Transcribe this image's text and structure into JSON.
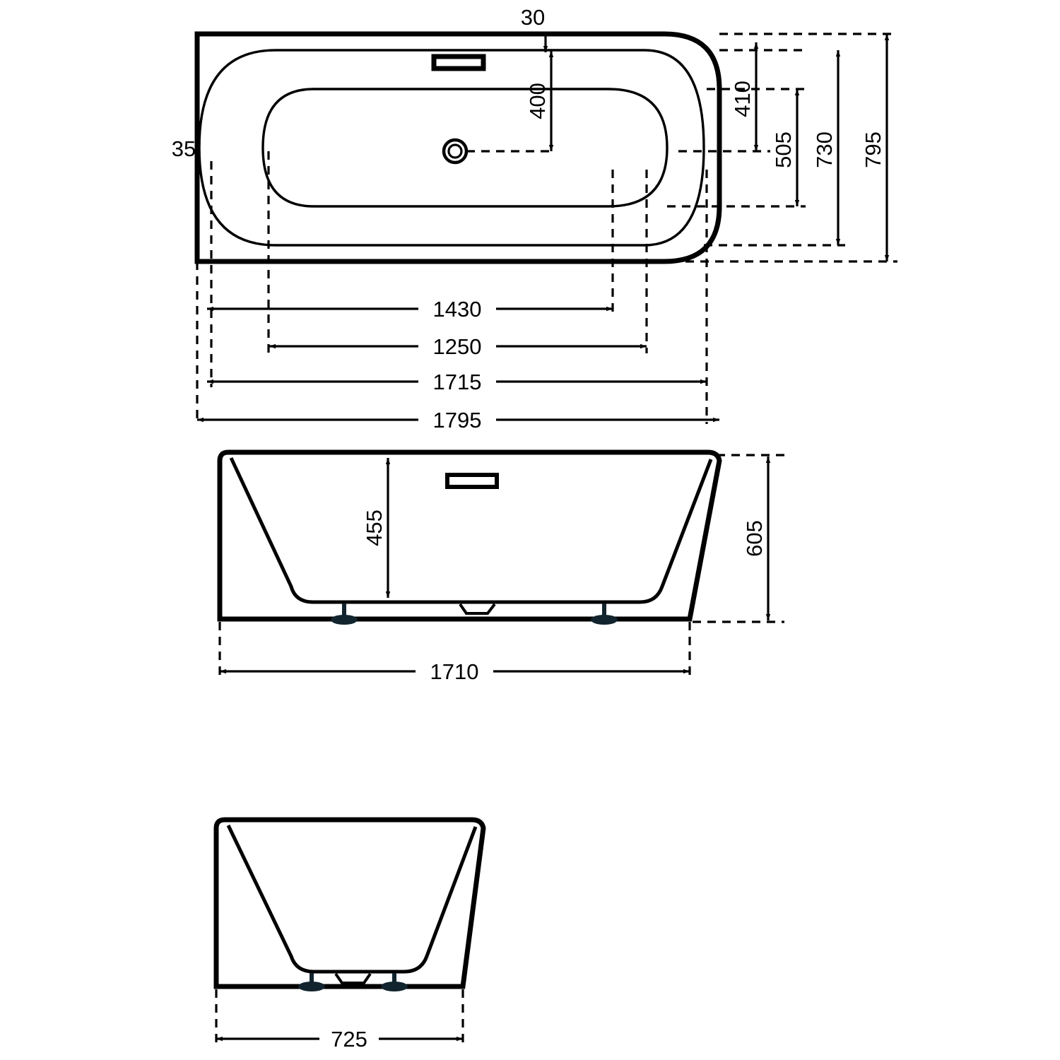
{
  "drawing": {
    "type": "technical-drawing",
    "subject": "corner bathtub",
    "units": "mm",
    "line_color": "#000000",
    "foot_color": "#12242e",
    "background": "#ffffff",
    "views": [
      {
        "id": "top-view",
        "name": "Top plan view",
        "features": [
          "rim outline",
          "inner basin oval",
          "basin bottom oval",
          "overflow slot",
          "drain outlet"
        ]
      },
      {
        "id": "side-view",
        "name": "Side elevation",
        "features": [
          "tub body",
          "overflow slot",
          "waste outlet",
          "support feet",
          "floor line"
        ]
      },
      {
        "id": "end-view",
        "name": "End elevation",
        "features": [
          "tub body",
          "waste outlet",
          "support feet",
          "floor line"
        ]
      }
    ]
  },
  "dimensions": {
    "top_view": {
      "d30": {
        "value": "30",
        "orientation": "vertical",
        "name": "rim-to-inner-edge"
      },
      "d35": {
        "value": "35",
        "orientation": "horizontal",
        "name": "rim-thickness-left"
      },
      "d400": {
        "value": "400",
        "orientation": "vertical",
        "name": "drain-from-rear"
      },
      "d410": {
        "value": "410",
        "orientation": "vertical",
        "name": "basin-bottom-width"
      },
      "d505": {
        "value": "505",
        "orientation": "vertical",
        "name": "basin-inner-width"
      },
      "d730": {
        "value": "730",
        "orientation": "vertical",
        "name": "basin-outer-width"
      },
      "d795": {
        "value": "795",
        "orientation": "vertical",
        "name": "overall-depth"
      },
      "d1430": {
        "value": "1430",
        "orientation": "horizontal",
        "name": "basin-bottom-length"
      },
      "d1250": {
        "value": "1250",
        "orientation": "horizontal",
        "name": "basin-inner-length"
      },
      "d1715": {
        "value": "1715",
        "orientation": "horizontal",
        "name": "basin-outer-length"
      },
      "d1795": {
        "value": "1795",
        "orientation": "horizontal",
        "name": "overall-length"
      }
    },
    "side_view": {
      "d455": {
        "value": "455",
        "orientation": "vertical",
        "name": "internal-depth"
      },
      "d605": {
        "value": "605",
        "orientation": "vertical",
        "name": "overall-height"
      },
      "d1710": {
        "value": "1710",
        "orientation": "horizontal",
        "name": "base-length"
      }
    },
    "end_view": {
      "d725": {
        "value": "725",
        "orientation": "horizontal",
        "name": "base-width"
      }
    }
  }
}
